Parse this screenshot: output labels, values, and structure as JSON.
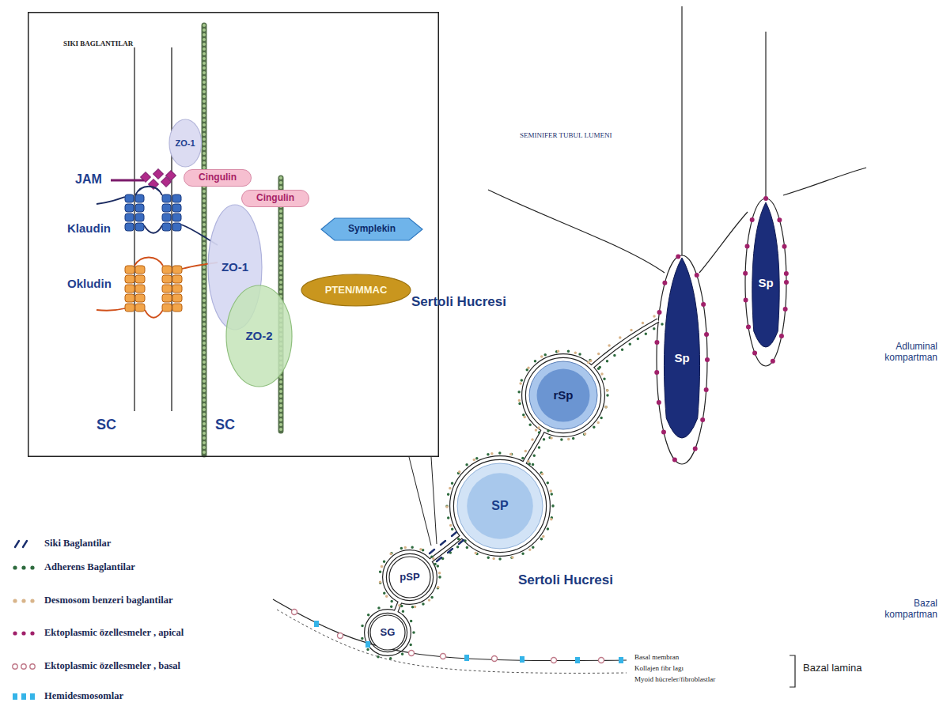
{
  "diagram": {
    "nodes": [
      {
        "text": [
          "SIKI BAGLANTILAR"
        ]
      },
      {
        "text": [
          "ZO-1"
        ],
        "in": 0
      },
      {
        "text": [
          "Cingulin"
        ],
        "in": 0
      },
      {
        "text": [
          "Cingulin"
        ],
        "in": 0
      },
      {
        "text": [
          "Symplekin"
        ],
        "in": 0
      },
      {
        "text": [
          "ZO-1"
        ],
        "in": 0
      },
      {
        "text": [
          "PTEN/MMAC"
        ],
        "in": 0
      },
      {
        "text": [
          "ZO-2"
        ],
        "in": 0
      },
      {
        "text": [
          "Sp"
        ]
      },
      {
        "text": [
          "Sp"
        ]
      },
      {
        "text": [
          "rSp"
        ]
      },
      {
        "text": [
          "SP"
        ]
      },
      {
        "text": [
          "pSP"
        ]
      },
      {
        "text": [
          "SG"
        ]
      }
    ],
    "labels": [
      "JAM",
      "Klaudin",
      "Okludin",
      "SC",
      "SC",
      "SEMINIFER TUBUL LUMENI",
      "Sertoli Hucresi",
      "Sertoli Hucresi",
      "Adluminal kompartman",
      "Bazal kompartman",
      "Basal membran",
      "Kollajen fibr lagı",
      "Myoid hücreler/fibroblastlar",
      "Bazal lamina"
    ],
    "legend": [
      {
        "text": "Siki Baglantilar",
        "color": "#1b2f6e"
      },
      {
        "text": "Adherens Baglantilar",
        "color": "#2e6b3e"
      },
      {
        "text": "Desmosom benzeri baglantilar",
        "color": "#d8b48a"
      },
      {
        "text": "Ektoplasmic özellesmeler , apical",
        "color": "#a0206a"
      },
      {
        "text": "Ektoplasmic özellesmeler , basal",
        "color": "#c07a8a"
      },
      {
        "text": "Hemidesmosomlar",
        "color": "#35b4e8"
      }
    ]
  }
}
